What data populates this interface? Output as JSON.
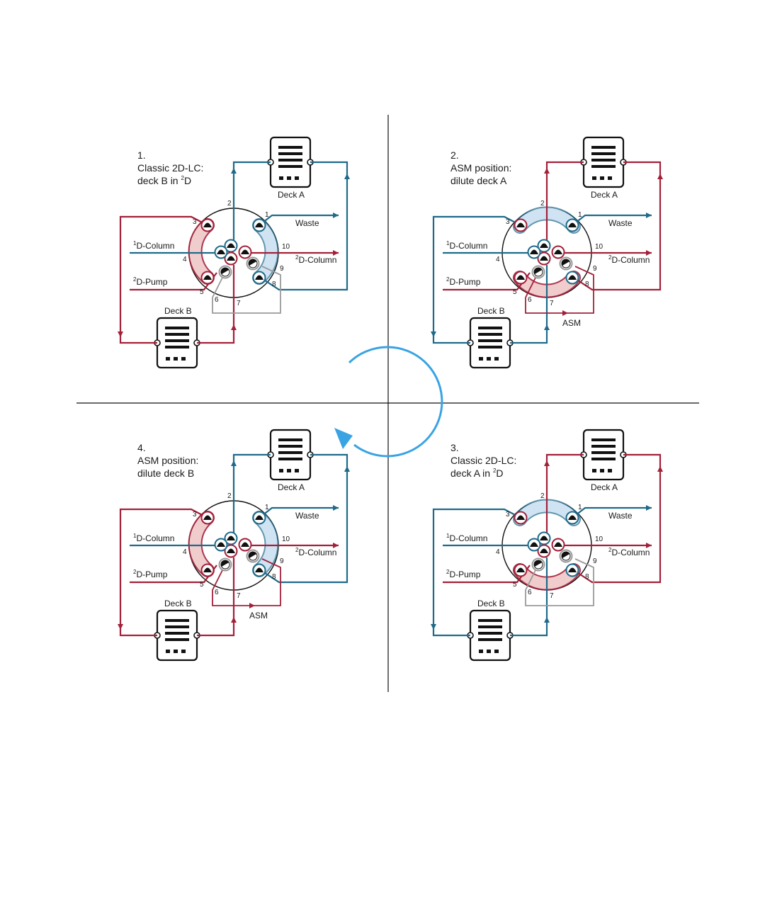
{
  "colors": {
    "blue": "#1f6a8a",
    "red": "#a3203a",
    "gray": "#9a9a9a",
    "blue_fill": "#cfe3f3",
    "red_fill": "#f0cccc",
    "cycle_arrow": "#3aa3e3"
  },
  "icons": [
    "deck-icon",
    "valve-icon",
    "cycle-arrow-icon"
  ],
  "port_numbers": [
    "1",
    "2",
    "3",
    "4",
    "5",
    "6",
    "7",
    "8",
    "9",
    "10"
  ],
  "labels": {
    "deck_a": "Deck A",
    "deck_b": "Deck B",
    "waste": "Waste",
    "col_1d_sup": "1",
    "col_1d": "D-Column",
    "col_2d_sup": "2",
    "col_2d": "D-Column",
    "pump_2d_sup": "2",
    "pump_2d": "D-Pump",
    "asm": "ASM"
  },
  "panels": [
    {
      "number": "1.",
      "line1": "Classic 2D-LC:",
      "line2_pre": "deck B in ",
      "line2_sup": "2",
      "line2_post": "D",
      "asm_visible": false
    },
    {
      "number": "2.",
      "line1": "ASM position:",
      "line2_pre": "dilute deck A",
      "line2_sup": "",
      "line2_post": "",
      "asm_visible": true
    },
    {
      "number": "3.",
      "line1": "Classic 2D-LC:",
      "line2_pre": "deck A in ",
      "line2_sup": "2",
      "line2_post": "D",
      "asm_visible": false
    },
    {
      "number": "4.",
      "line1": "ASM position:",
      "line2_pre": "dilute deck B",
      "line2_sup": "",
      "line2_post": "",
      "asm_visible": true
    }
  ]
}
